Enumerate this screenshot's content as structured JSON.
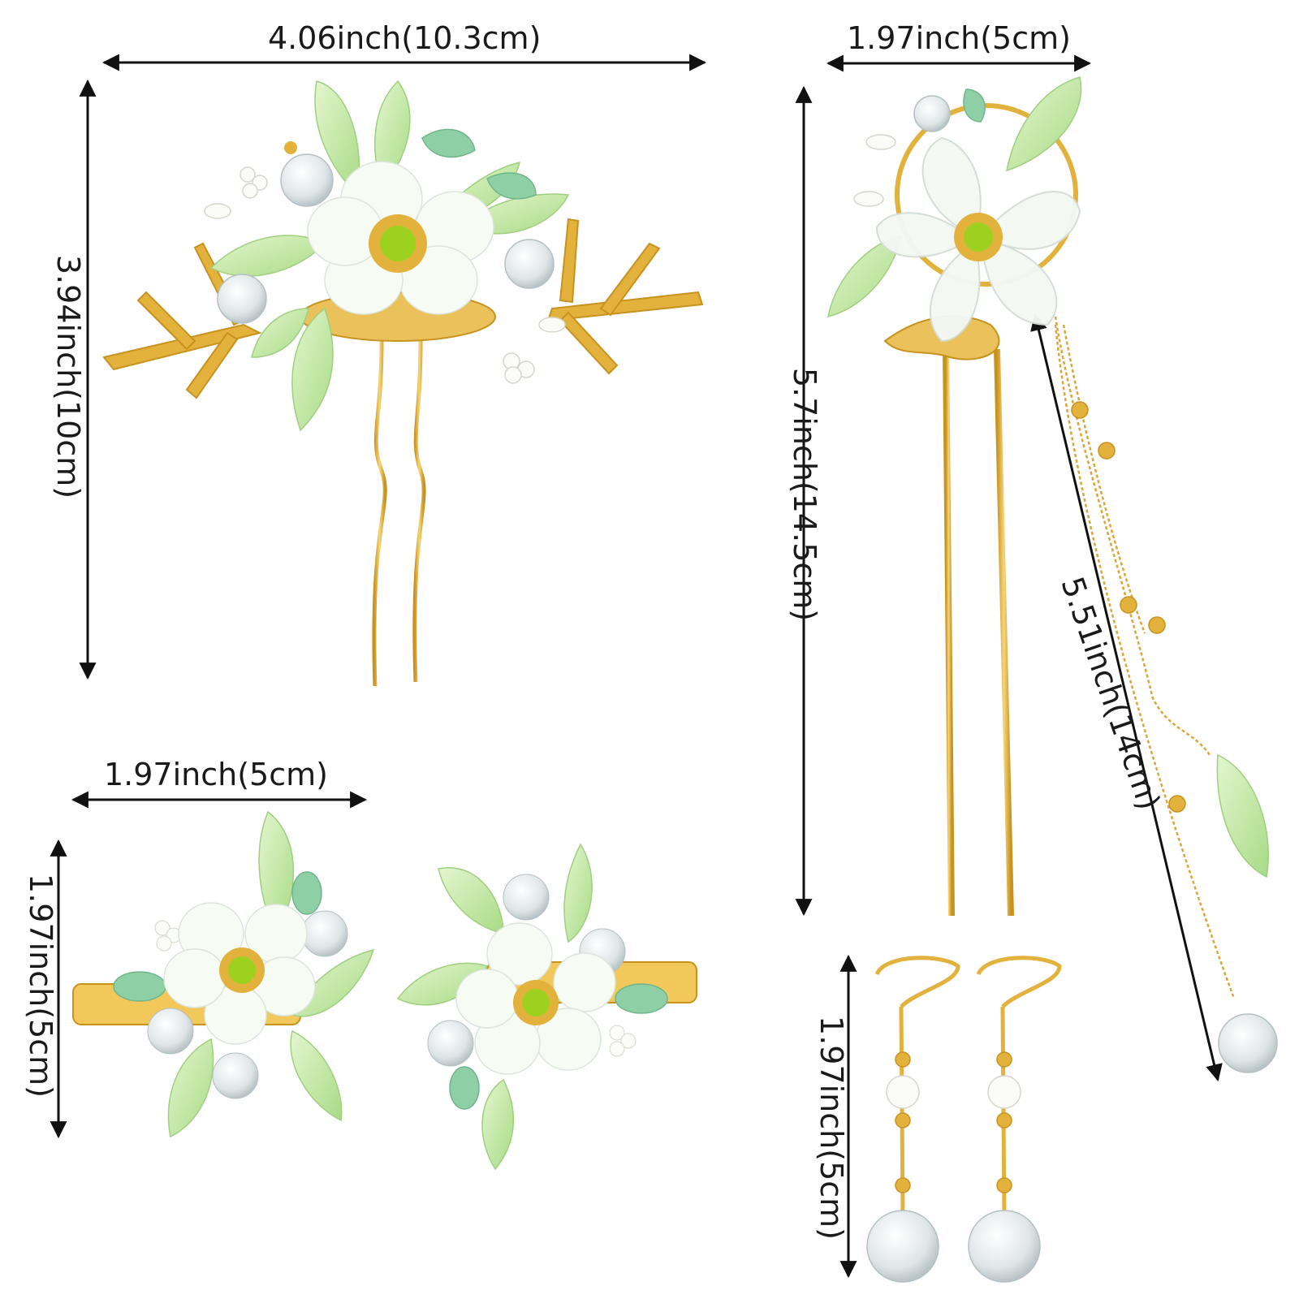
{
  "dimensions": {
    "hairpin_width": "4.06inch(10.3cm)",
    "hairpin_height": "3.94inch(10cm)",
    "stick_width": "1.97inch(5cm)",
    "stick_height": "5.7inch(14.5cm)",
    "tassel_length": "5.51inch(14cm)",
    "clip_width": "1.97inch(5cm)",
    "clip_height": "1.97inch(5cm)",
    "earring_height": "1.97inch(5cm)"
  },
  "colors": {
    "gold": "#e3b23c",
    "gold_dark": "#c8921f",
    "leaf_green": "#b9e29a",
    "leaf_light": "#dff2c9",
    "jade": "#8fcfa6",
    "petal_white": "#f6fbf4",
    "center_green": "#9cd21f",
    "crystal": "#e9eef0",
    "arrow": "#111111"
  }
}
